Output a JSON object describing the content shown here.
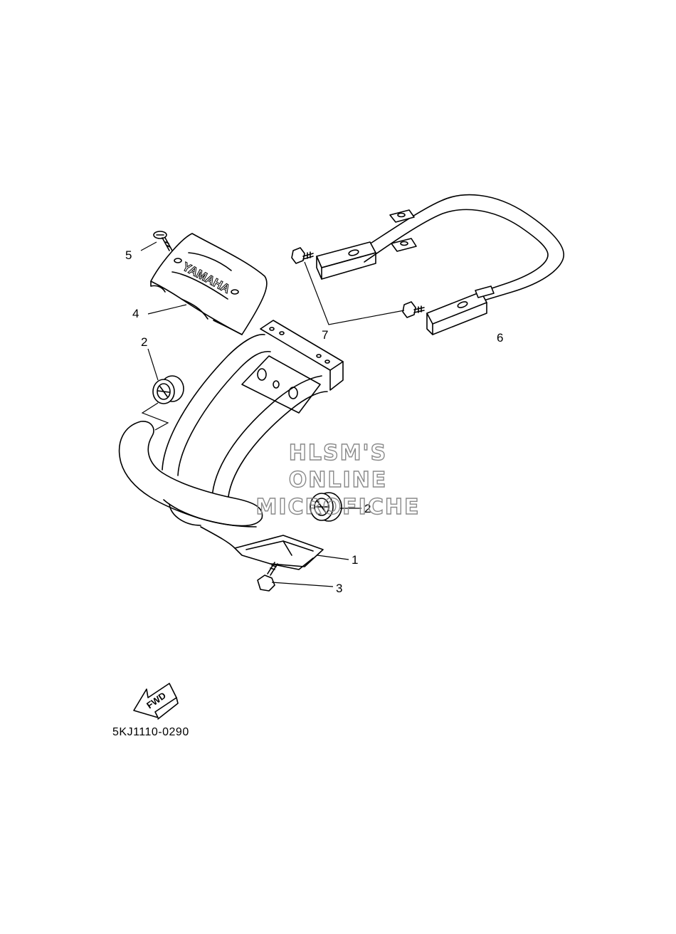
{
  "diagram": {
    "code": "5KJ1110-0290",
    "fwd_label": "FWD",
    "brand_text": "YAMAHA",
    "callouts": {
      "part1": "1",
      "part2_upper": "2",
      "part2_lower": "2",
      "part3": "3",
      "part4": "4",
      "part5": "5",
      "part6": "6",
      "part7": "7"
    },
    "watermark": {
      "line1": "HLSM'S",
      "line2": "ONLINE",
      "line3": "MICROFICHE"
    }
  }
}
